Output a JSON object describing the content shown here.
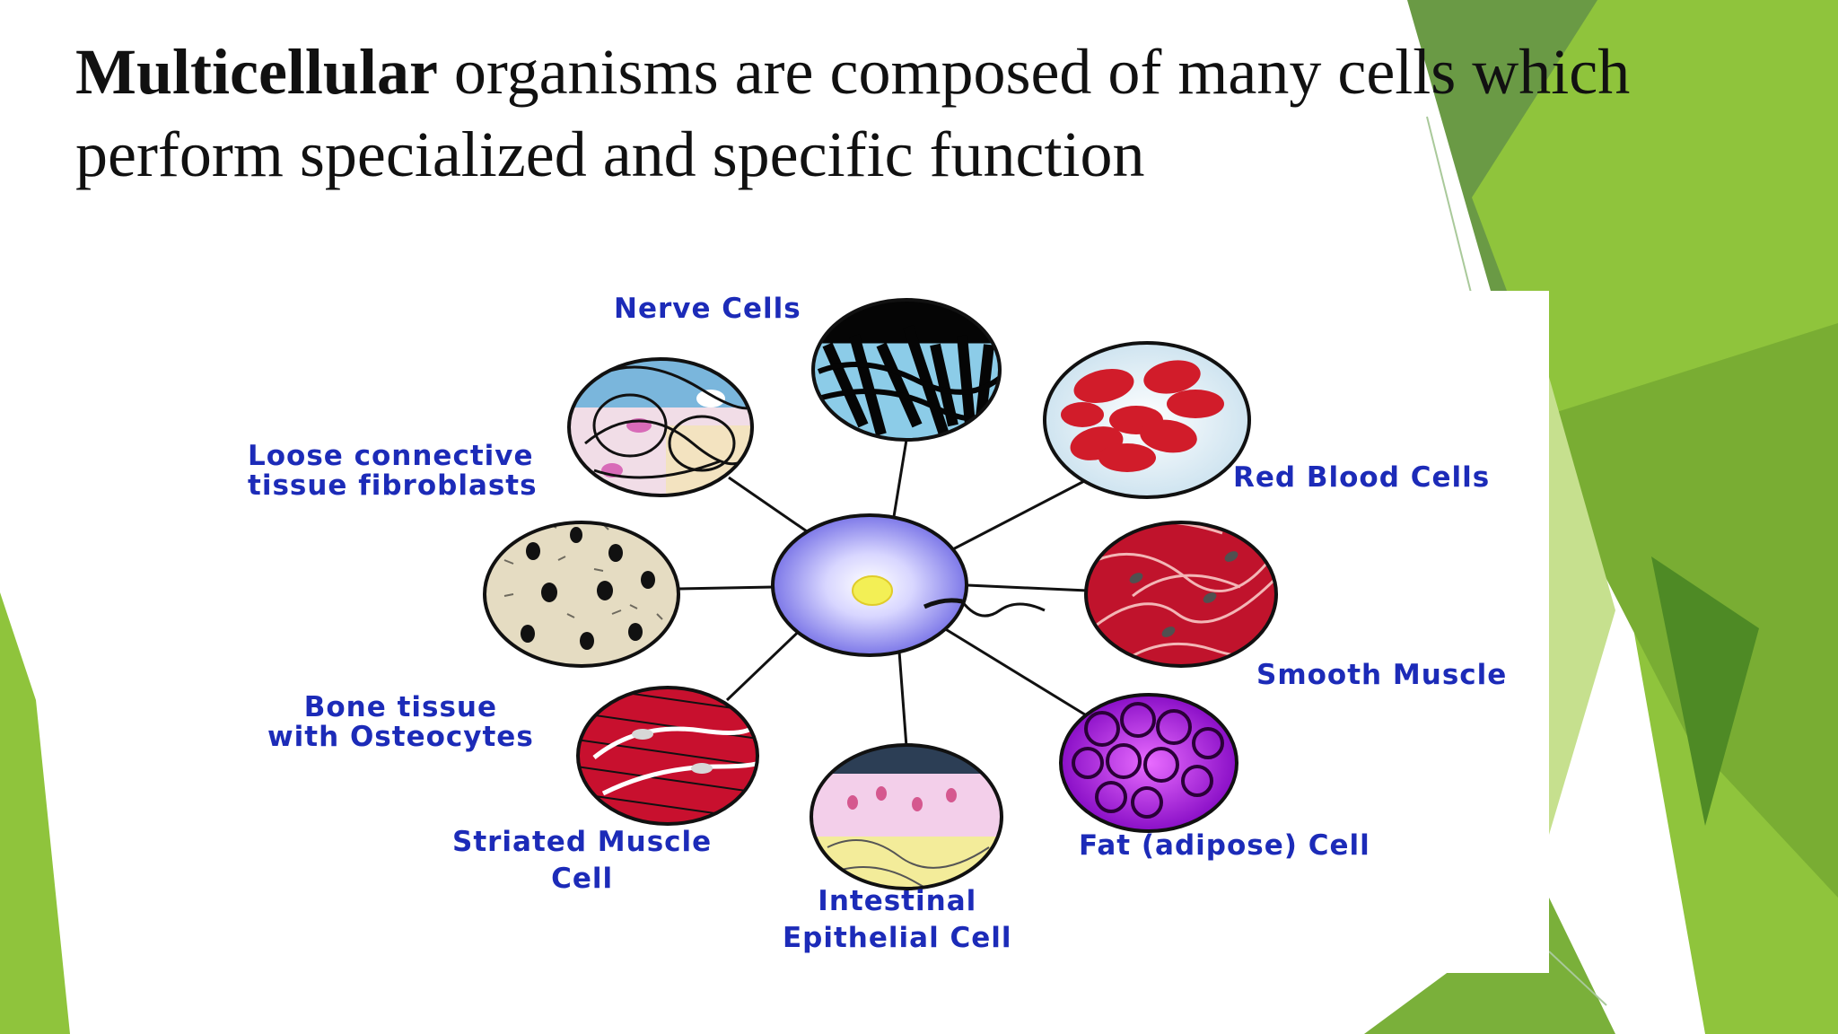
{
  "slide": {
    "title_bold": "Multicellular",
    "title_rest": " organisms are composed of many cells which perform specialized and specific function"
  },
  "diagram": {
    "labels": {
      "nerve": "Nerve Cells",
      "red_blood": "Red Blood Cells",
      "loose_connective": "Loose connective\ntissue fibroblasts",
      "smooth_muscle": "Smooth Muscle",
      "bone": "Bone tissue\nwith Osteocytes",
      "striated": "Striated Muscle\nCell",
      "intestinal": "Intestinal\nEpithelial Cell",
      "fat": "Fat (adipose) Cell"
    },
    "colors": {
      "label_text": "#1c2bb8",
      "green_dark": "#5f8f3a",
      "green_light": "#8fc43c",
      "green_pale": "#c6e08e"
    }
  }
}
